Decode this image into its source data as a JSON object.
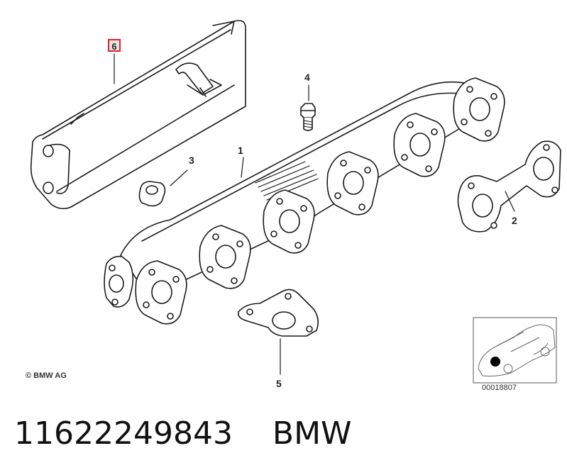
{
  "callouts": {
    "heat_shield": "6",
    "bolt": "4",
    "nut": "3",
    "manifold": "1",
    "gasket_double": "2",
    "gasket_single": "5"
  },
  "copyright": "© BMW AG",
  "thumbnail": {
    "ref_code": "00018807"
  },
  "footer": {
    "part_number": "11622249843",
    "brand": "BMW",
    "text": "11622249843    BMW"
  },
  "colors": {
    "highlight": "#e0202a",
    "line": "#1a1a1a"
  },
  "icons": [
    "bolt-icon",
    "nut-icon",
    "car-silhouette-icon",
    "location-dot-icon"
  ]
}
